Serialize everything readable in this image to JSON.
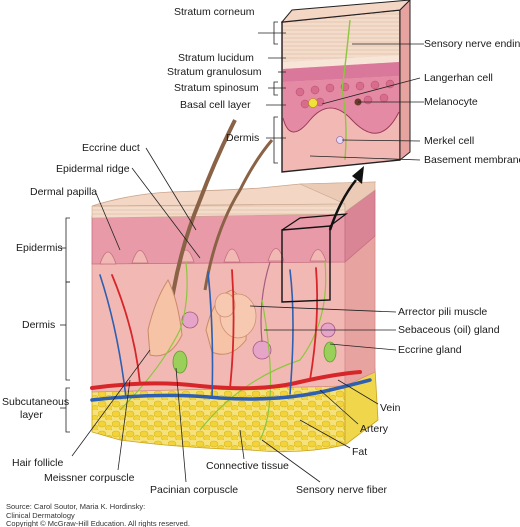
{
  "labels": {
    "stratum_corneum": "Stratum corneum",
    "stratum_lucidum": "Stratum lucidum",
    "stratum_granulosum": "Stratum granulosum",
    "stratum_spinosum": "Stratum spinosum",
    "basal_cell_layer": "Basal cell layer",
    "dermis_inset": "Dermis",
    "sensory_nerve_ending": "Sensory nerve ending",
    "langerhan_cell": "Langerhan cell",
    "melanocyte": "Melanocyte",
    "merkel_cell": "Merkel cell",
    "basement_membrane": "Basement membrane",
    "eccrine_duct": "Eccrine duct",
    "epidermal_ridge": "Epidermal ridge",
    "dermal_papilla": "Dermal papilla",
    "epidermis": "Epidermis",
    "dermis": "Dermis",
    "subcutaneous_1": "Subcutaneous",
    "subcutaneous_2": "layer",
    "arrector_pili": "Arrector pili muscle",
    "sebaceous_gland": "Sebaceous (oil) gland",
    "eccrine_gland": "Eccrine gland",
    "vein": "Vein",
    "artery": "Artery",
    "fat": "Fat",
    "hair_follicle": "Hair follicle",
    "connective_tissue": "Connective tissue",
    "meissner": "Meissner corpuscle",
    "pacinian": "Pacinian corpuscle",
    "sensory_nerve_fiber": "Sensory nerve fiber"
  },
  "source": {
    "line1": "Source: Carol Soutor, Maria K. Hordinsky:",
    "line2": "Clinical Dermatology",
    "line3": "Copyright © McGraw-Hill Education. All rights reserved."
  },
  "colors": {
    "stratum_corneum": "#f3dccb",
    "epidermis": "#e89aa8",
    "dermis": "#f2b9b4",
    "fat": "#f3dc4a",
    "artery": "#d7262a",
    "vein": "#2f5fb0",
    "nerve": "#8cc63f"
  }
}
